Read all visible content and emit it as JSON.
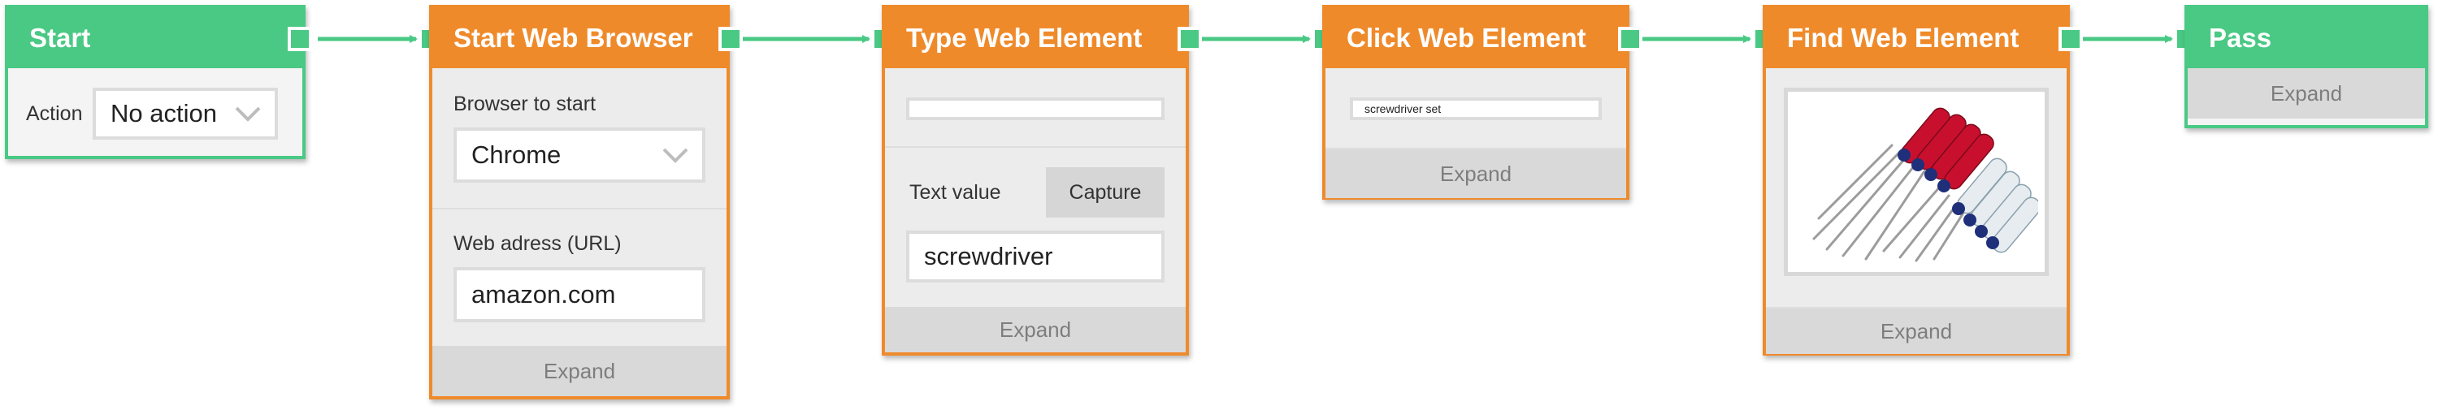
{
  "nodes": {
    "start": {
      "title": "Start",
      "action_label": "Action",
      "action_value": "No action"
    },
    "browser": {
      "title": "Start Web Browser",
      "browser_label": "Browser to start",
      "browser_value": "Chrome",
      "url_label": "Web adress (URL)",
      "url_value": "amazon.com",
      "expand": "Expand"
    },
    "type": {
      "title": "Type Web Element",
      "element_value": "",
      "text_label": "Text value",
      "capture": "Capture",
      "text_value": "screwdriver",
      "expand": "Expand"
    },
    "click": {
      "title": "Click Web Element",
      "element_value": "screwdriver set",
      "expand": "Expand"
    },
    "find": {
      "title": "Find Web Element",
      "image": "screwdriver-set-image",
      "expand": "Expand"
    },
    "pass": {
      "title": "Pass",
      "expand": "Expand"
    }
  },
  "colors": {
    "green": "#49c984",
    "orange": "#ef8a2b"
  }
}
